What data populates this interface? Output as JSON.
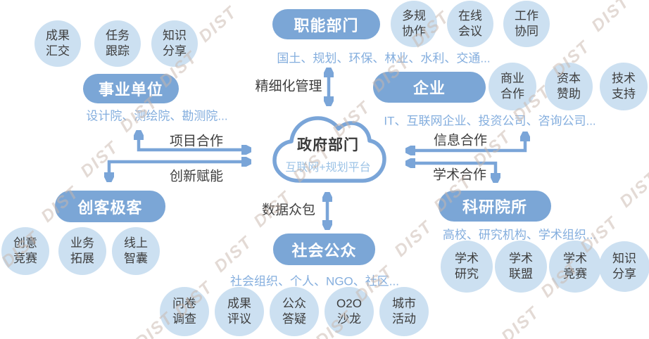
{
  "watermark": {
    "text": "DIST"
  },
  "cloud": {
    "title": "政府部门",
    "subtitle": "互联网+规划平台"
  },
  "nodes": {
    "institutions": {
      "label": "事业单位",
      "subtitle": "设计院、测绘院、勘测院...",
      "bubbles": [
        "成果\n汇交",
        "任务\n跟踪",
        "知识\n分享"
      ]
    },
    "functional_departments": {
      "label": "职能部门",
      "subtitle": "国土、规划、环保、林业、水利、交通...",
      "bubbles": [
        "多规\n协作",
        "在线\n会议",
        "工作\n协同"
      ]
    },
    "enterprises": {
      "label": "企业",
      "subtitle": "IT、互联网企业、投资公司、咨询公司...",
      "bubbles": [
        "商业\n合作",
        "资本\n赞助",
        "技术\n支持"
      ]
    },
    "makers": {
      "label": "创客极客",
      "bubbles": [
        "创意\n竞赛",
        "业务\n拓展",
        "线上\n智囊"
      ]
    },
    "public": {
      "label": "社会公众",
      "subtitle": "社会组织、个人、NGO、社区...",
      "bubbles": [
        "问卷\n调查",
        "成果\n评议",
        "公众\n答疑",
        "O2O\n沙龙",
        "城市\n活动"
      ]
    },
    "research": {
      "label": "科研院所",
      "subtitle": "高校、研究机构、学术组织...",
      "bubbles": [
        "学术\n研究",
        "学术\n联盟",
        "学术\n竞赛",
        "知识\n分享"
      ]
    }
  },
  "edges": {
    "refined_management": "精细化管理",
    "project_cooperation": "项目合作",
    "innovation_empowerment": "创新赋能",
    "information_cooperation": "信息合作",
    "academic_cooperation": "学术合作",
    "data_crowdsourcing": "数据众包"
  },
  "colors": {
    "pill_blue": "#7ba6d6",
    "bubble_blue": "#cce0f1",
    "subtitle_blue": "#84aede",
    "arrow_blue": "#7aa5d8",
    "text_dark": "#3d3d3d",
    "cloud_subtitle_blue": "#9cc3e6",
    "watermark_gray": "#c9b7ac"
  }
}
